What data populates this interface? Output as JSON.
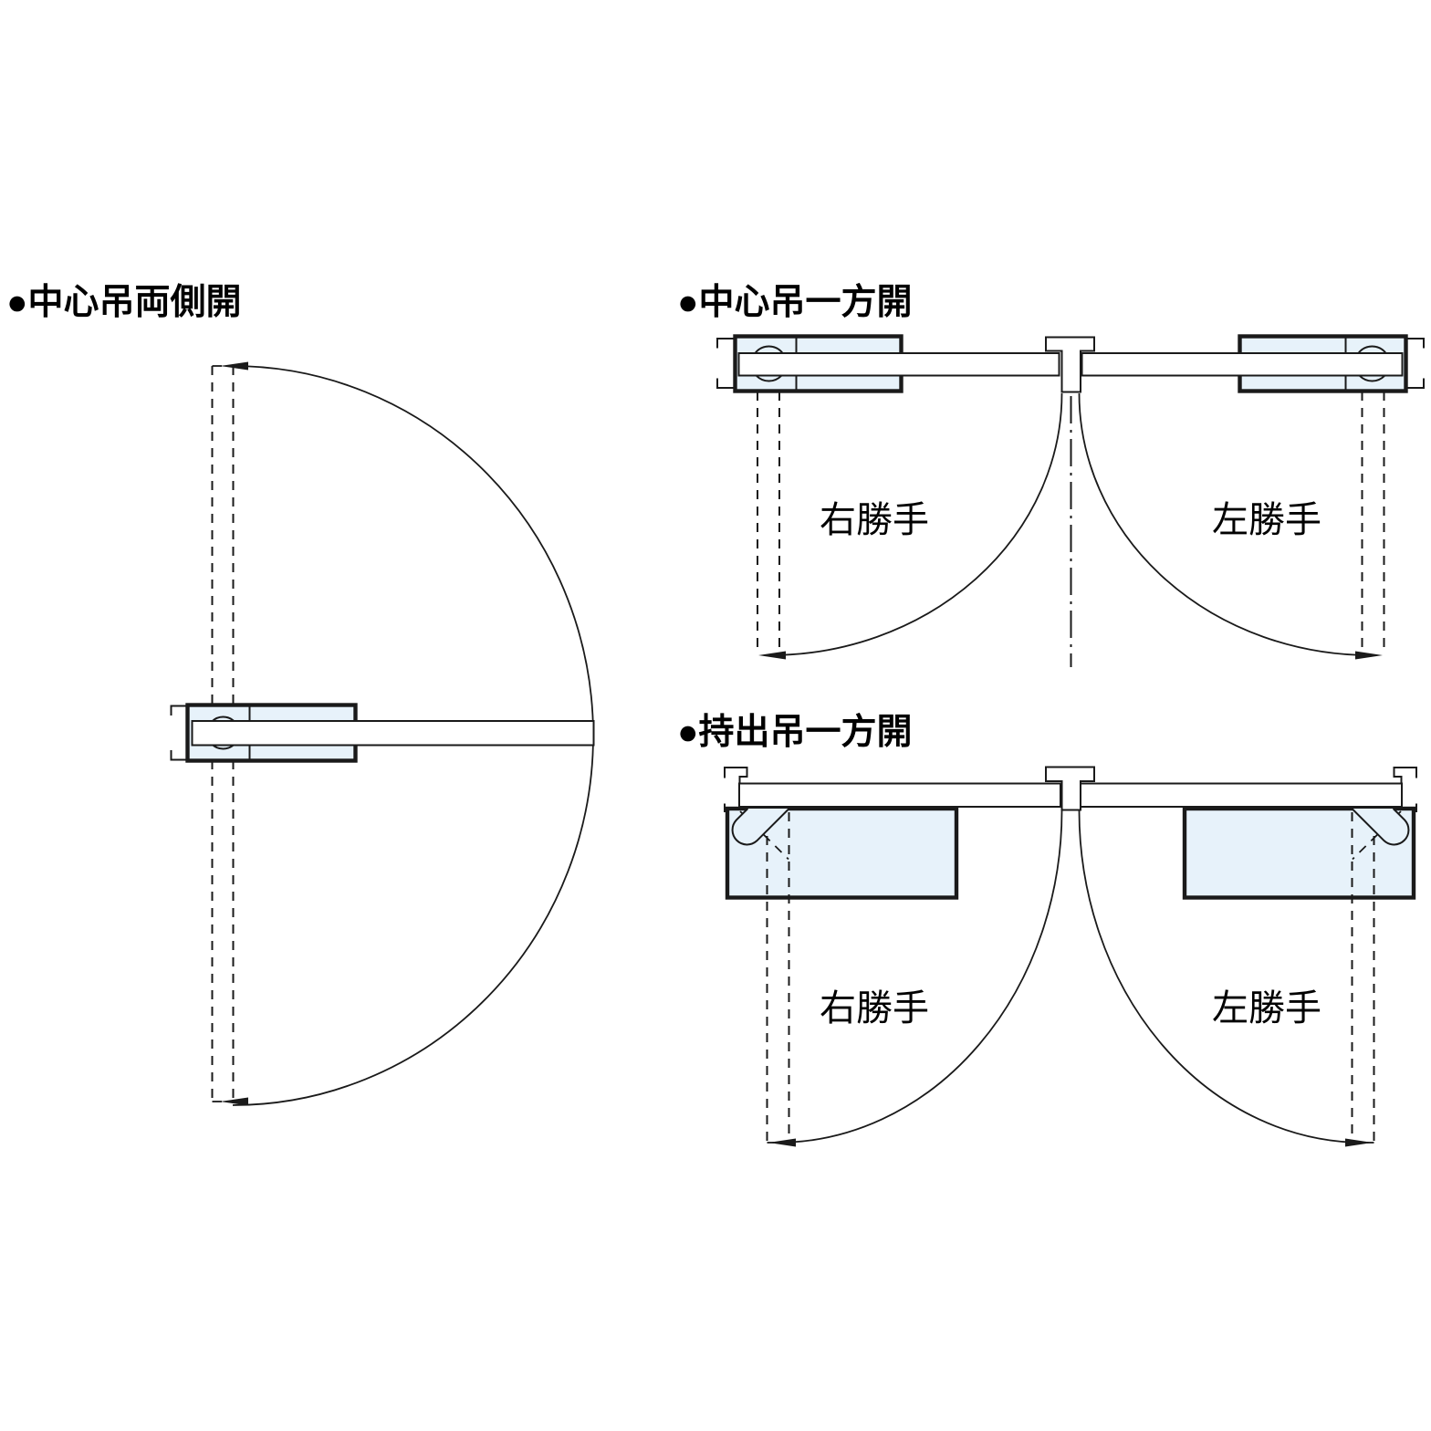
{
  "colors": {
    "line": "#1a1a1a",
    "hinge_fill": "#e7f2fa",
    "background": "#ffffff"
  },
  "diagrams": {
    "center_hung_double": {
      "title": "●中心吊両側開"
    },
    "center_hung_single": {
      "title": "●中心吊一方開",
      "left_swing_label": "右勝手",
      "right_swing_label": "左勝手"
    },
    "offset_hung_single": {
      "title": "●持出吊一方開",
      "left_swing_label": "右勝手",
      "right_swing_label": "左勝手"
    }
  }
}
